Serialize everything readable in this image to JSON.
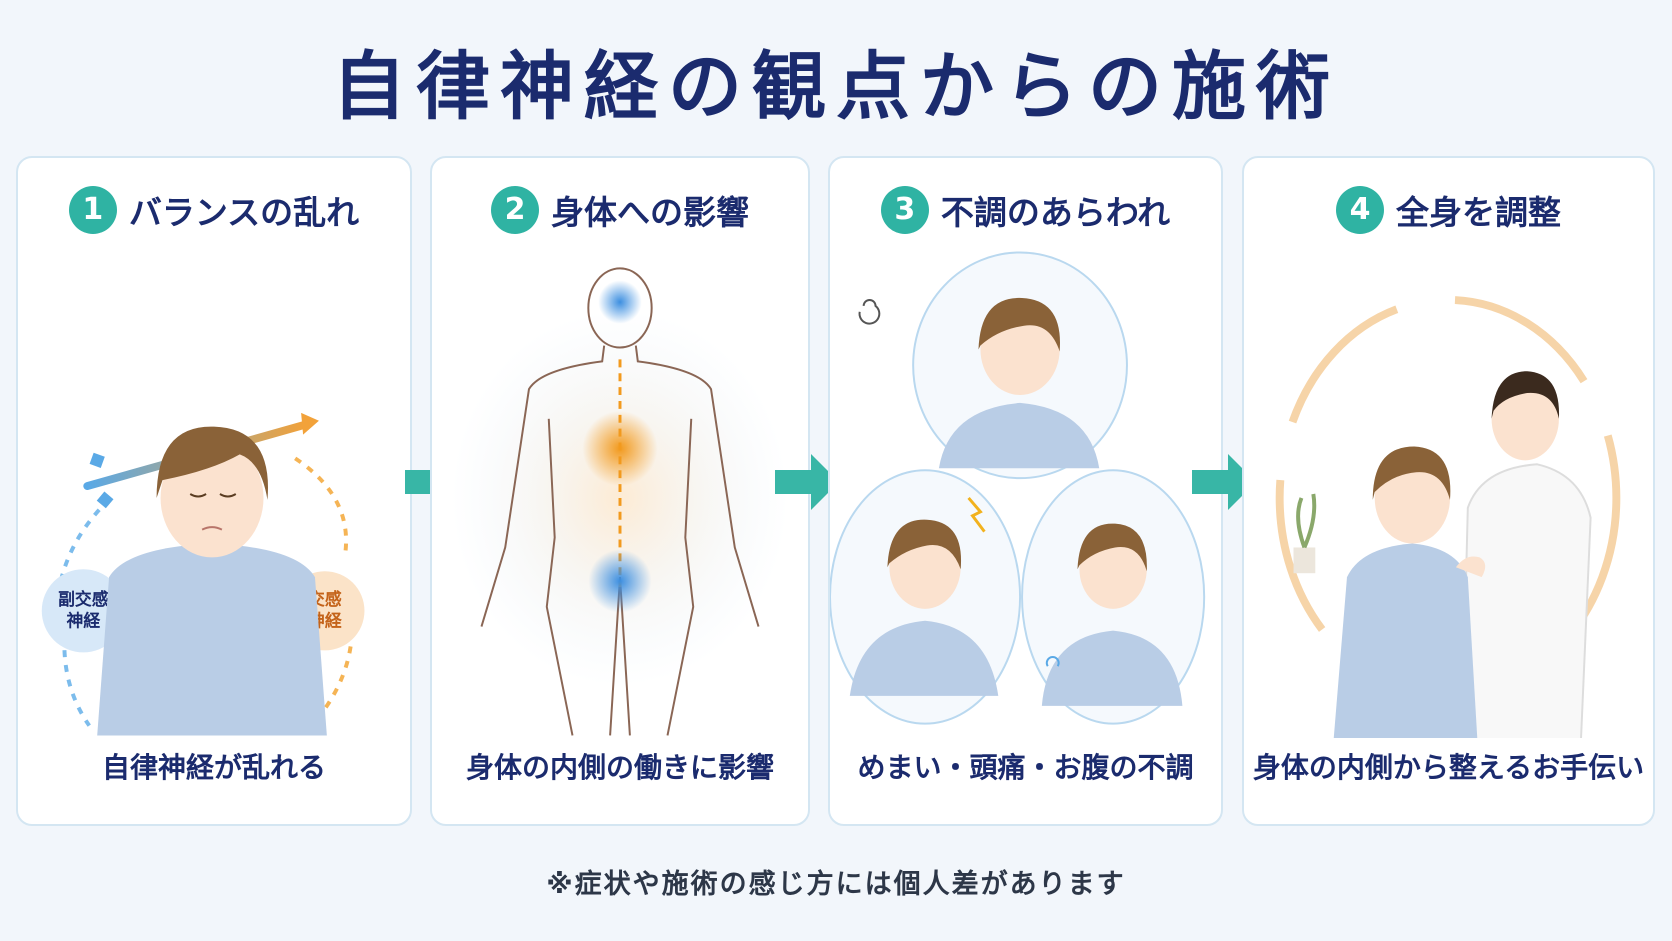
{
  "title": "自律神経の観点からの施術",
  "steps": [
    {
      "number": "1",
      "label": "バランスの乱れ",
      "caption": "自律神経が乱れる",
      "parasympathetic_l1": "副交感",
      "parasympathetic_l2": "神経",
      "sympathetic_l1": "交感",
      "sympathetic_l2": "神経"
    },
    {
      "number": "2",
      "label": "身体への影響",
      "caption": "身体の内側の働きに影響"
    },
    {
      "number": "3",
      "label": "不調のあらわれ",
      "caption": "めまい・頭痛・お腹の不調"
    },
    {
      "number": "4",
      "label": "全身を調整",
      "caption": "身体の内側から整えるお手伝い"
    }
  ],
  "note": "※症状や施術の感じ方には個人差があります",
  "colors": {
    "title": "#1b2b6e",
    "accent_teal": "#2fb3a3",
    "parasympathetic_blue": "#5aa9e6",
    "sympathetic_orange": "#f2a23a",
    "panel_border": "#d4e6f2"
  }
}
